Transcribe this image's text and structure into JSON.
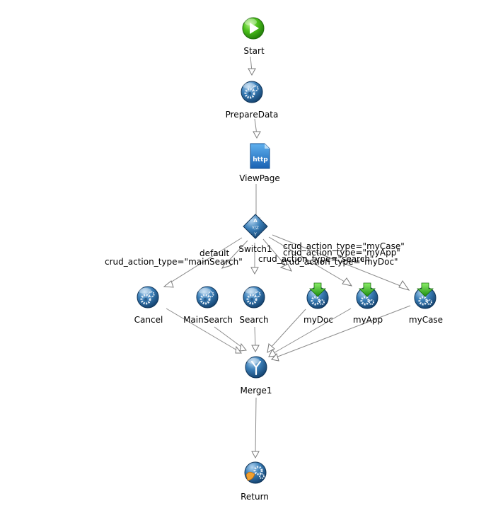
{
  "nodes": {
    "start": "Start",
    "prepare_data": "PrepareData",
    "view_page": "ViewPage",
    "switch1": "Switch1",
    "cancel": "Cancel",
    "main_search": "MainSearch",
    "search": "Search",
    "my_doc": "myDoc",
    "my_app": "myApp",
    "my_case": "myCase",
    "merge1": "Merge1",
    "return": "Return"
  },
  "node_icons": {
    "start": "play-icon",
    "prepare_data": "gear-icon",
    "view_page": "http-document-icon",
    "switch1": "switch-icon",
    "cancel": "gear-icon",
    "main_search": "gear-icon",
    "search": "gear-icon",
    "my_doc": "gear-download-icon",
    "my_app": "gear-download-icon",
    "my_case": "gear-download-icon",
    "merge1": "merge-icon",
    "return": "return-icon"
  },
  "edge_labels": {
    "default": "default",
    "main_search": "crud_action_type=\"mainSearch\"",
    "my_case": "crud_action_type=\"myCase\"",
    "my_app": "crud_action_type=\"myApp\"",
    "search": "crud_action_type=\"search\"",
    "my_doc": "crud_action_type=\"myDoc\""
  },
  "icon_text": {
    "http": "http"
  }
}
